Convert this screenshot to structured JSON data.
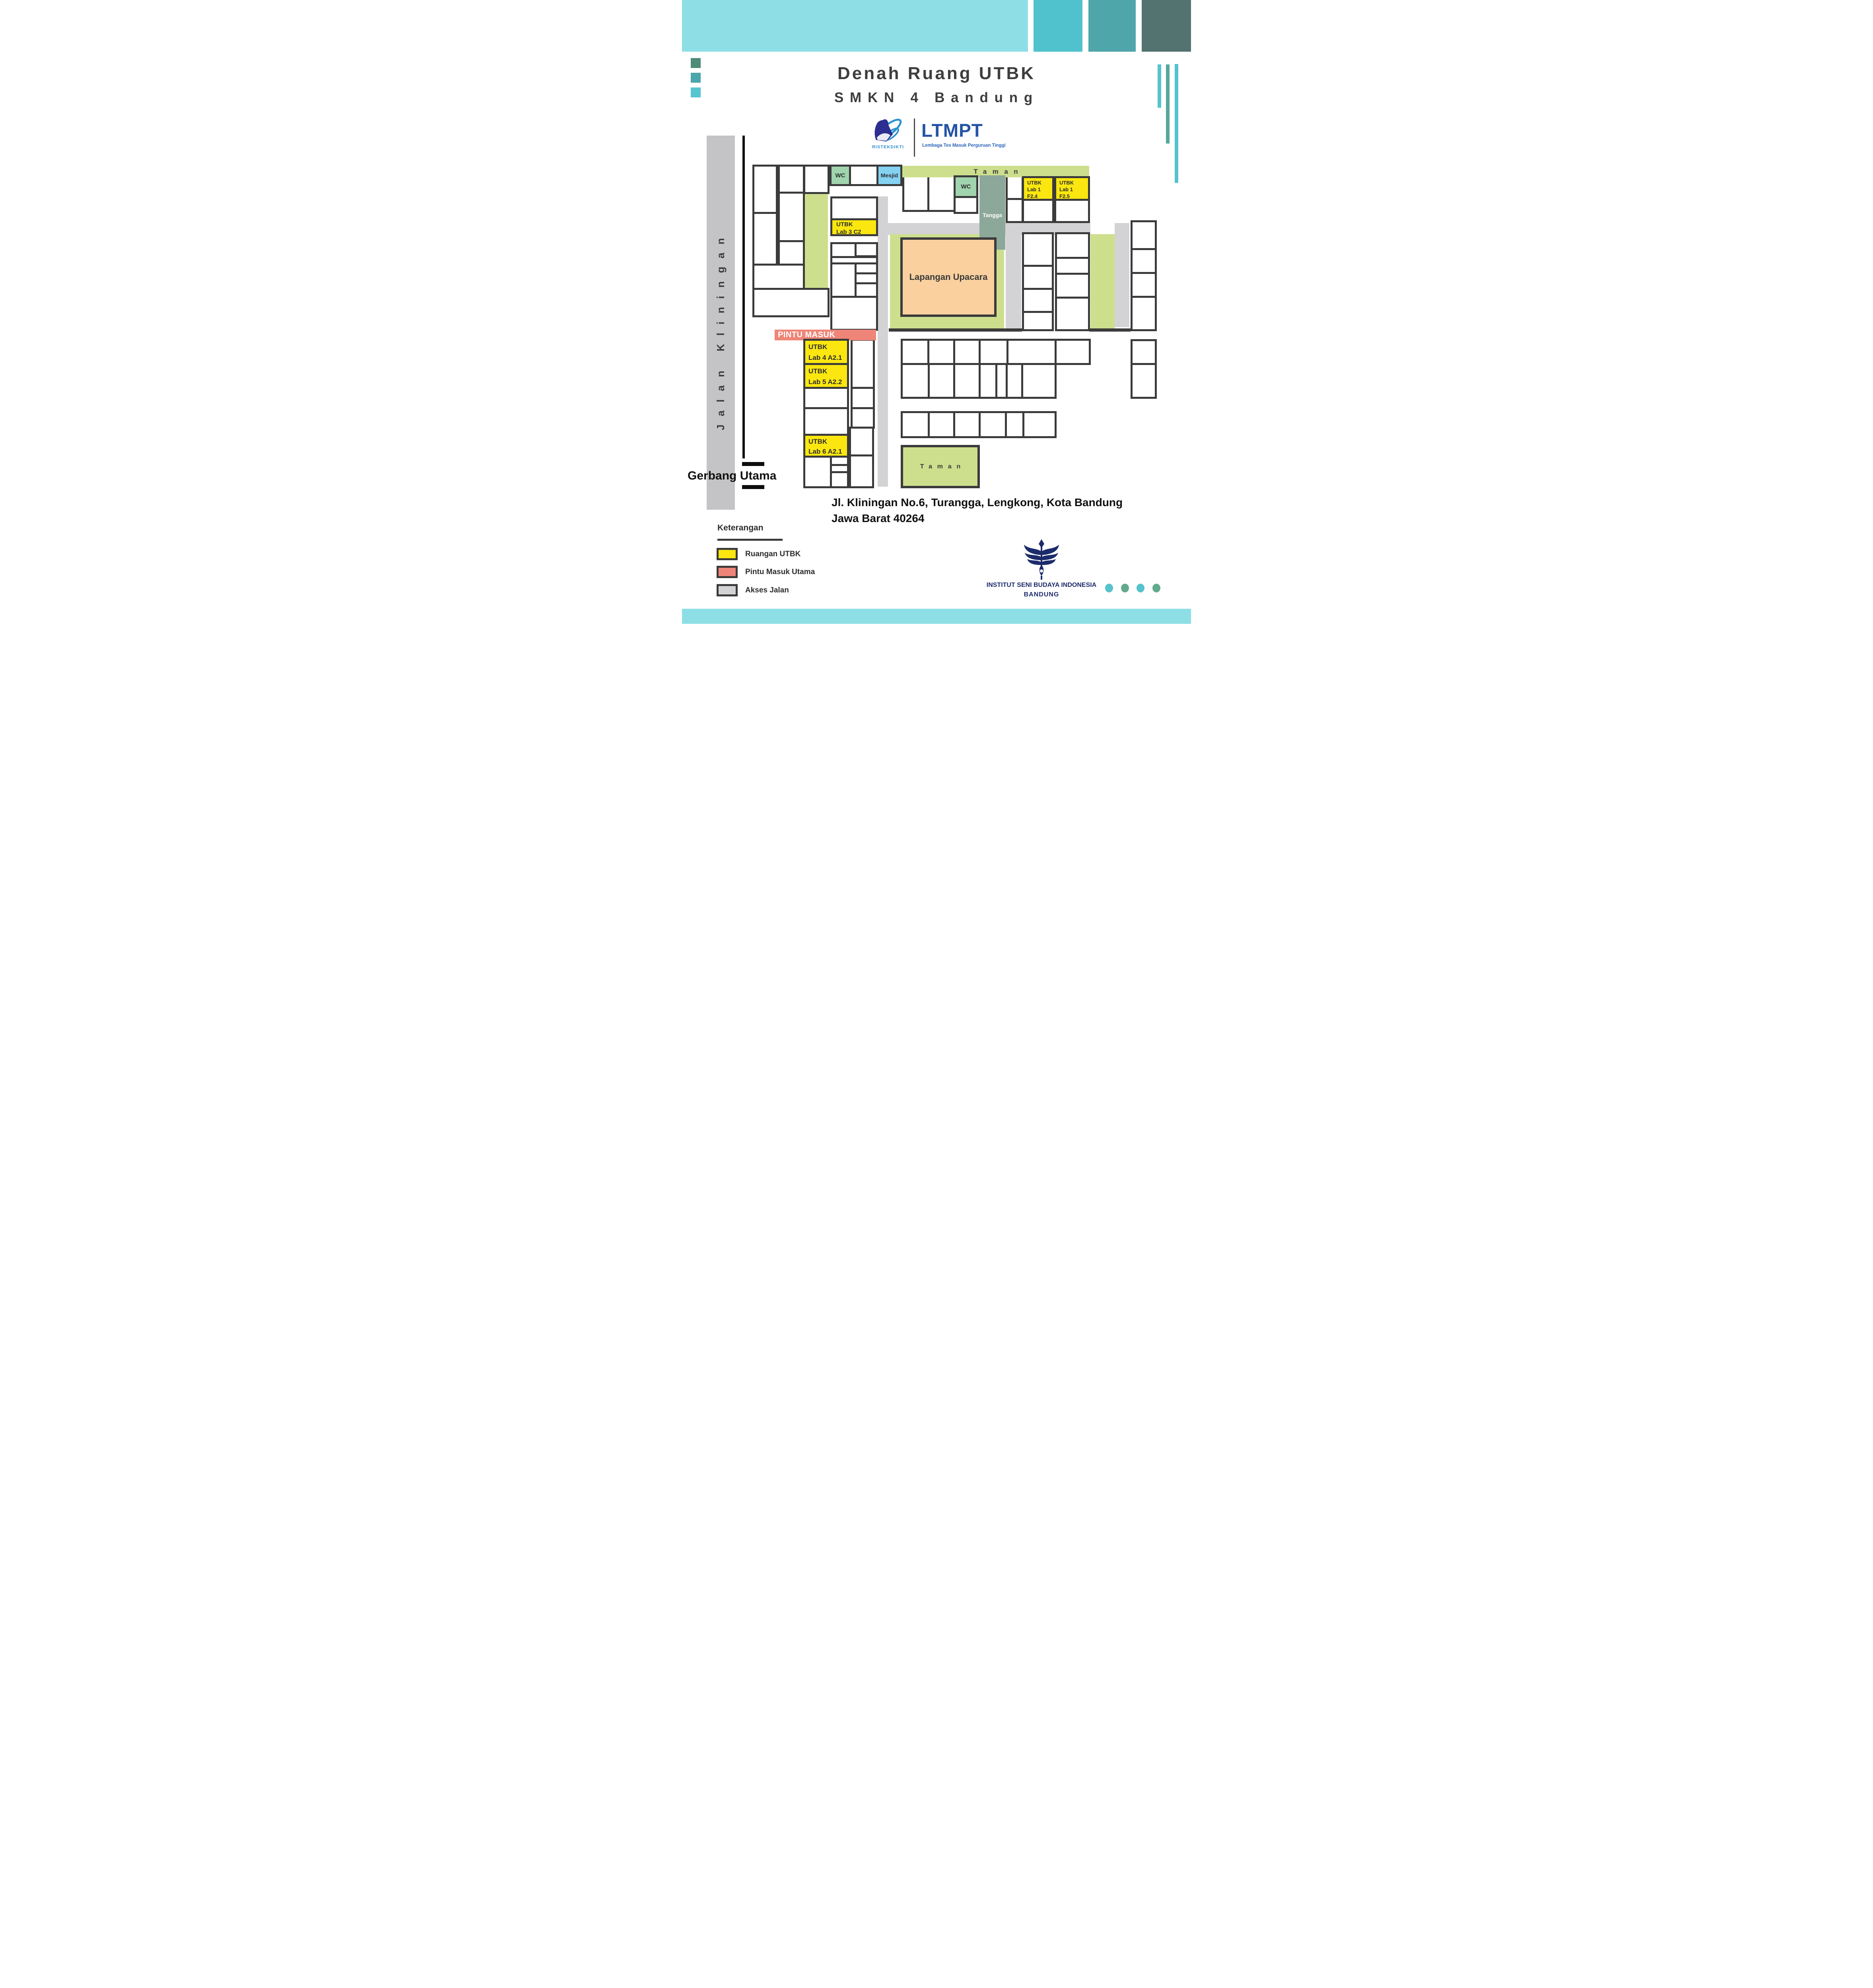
{
  "header": {
    "title_line1": "Denah Ruang UTBK",
    "title_line2": "SMKN 4 Bandung"
  },
  "logos": {
    "ristekdikti_label": "RISTEKDIKTI",
    "ltmpt_title": "LTMPT",
    "ltmpt_tagline": "Lembaga Tes Masuk Perguruan Tinggi"
  },
  "map": {
    "road_label": "Jalan Kliningan",
    "gate_label": "Gerbang Utama",
    "entrance_label": "PINTU MASUK",
    "garden_top_label": "Taman",
    "garden_bottom_label": "Taman",
    "field_label": "Lapangan Upacara",
    "stairs_label": "Tangga",
    "wc_top_label": "WC",
    "wc_right_label": "WC",
    "mosque_label": "Mesjid",
    "rooms": {
      "lab1_f24": {
        "l1": "UTBK",
        "l2": "Lab 1",
        "l3": "F2.4"
      },
      "lab1_f25": {
        "l1": "UTBK",
        "l2": "Lab 1",
        "l3": "F2.5"
      },
      "lab3": {
        "l1": "UTBK",
        "l2": "Lab 3 C2"
      },
      "lab4": {
        "l1": "UTBK",
        "l2": "Lab 4 A2.1"
      },
      "lab5": {
        "l1": "UTBK",
        "l2": "Lab 5 A2.2"
      },
      "lab6": {
        "l1": "UTBK",
        "l2": "Lab 6 A2.1"
      }
    }
  },
  "address": {
    "line1": "Jl. Kliningan No.6, Turangga, Lengkong, Kota Bandung",
    "line2": "Jawa Barat 40264"
  },
  "legend": {
    "title": "Keterangan",
    "items": [
      {
        "label": "Ruangan UTBK",
        "color": "#fbe70f"
      },
      {
        "label": "Pintu Masuk Utama",
        "color": "#ef8578"
      },
      {
        "label": "Akses Jalan",
        "color": "#d3d3d5"
      }
    ]
  },
  "footer": {
    "institute_line1": "INSTITUT SENI BUDAYA INDONESIA",
    "institute_line2": "BANDUNG",
    "dot_colors": [
      "#56c2cd",
      "#63a98e",
      "#56c2cd",
      "#63a98e"
    ]
  },
  "colors": {
    "header_main": "#8edfe5",
    "header_bar1": "#50c2cd",
    "header_bar2": "#4ea5aa",
    "header_bar3": "#537370",
    "accent_square1": "#4e8b79",
    "accent_square2": "#4aa6ab",
    "accent_square3": "#56c5cf",
    "utbk_room": "#fbe70f",
    "entrance": "#ef8578",
    "path": "#d3d3d5",
    "road": "#c4c4c6",
    "garden": "#cddf8d",
    "field": "#f9d09e",
    "wc": "#a0d4ae",
    "mosque": "#85d1f2",
    "stairs": "#8ca89a",
    "wall": "#3b3b3b",
    "bottom_strip": "#8edfe5"
  }
}
